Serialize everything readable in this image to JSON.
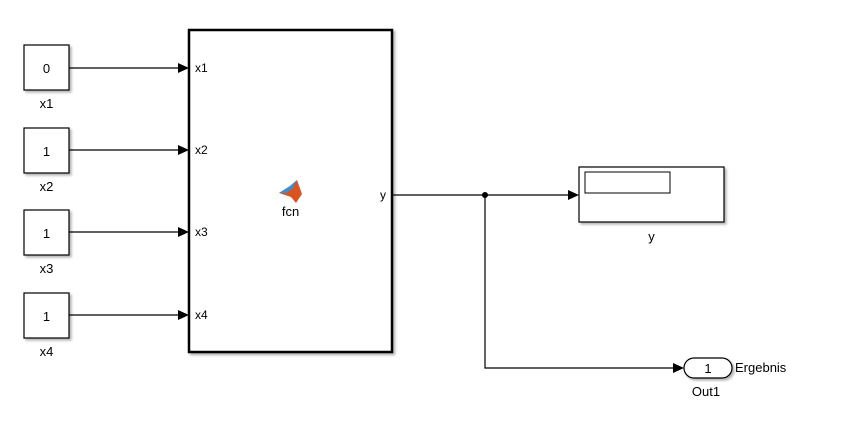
{
  "constants": [
    {
      "value": "0",
      "name": "x1"
    },
    {
      "value": "1",
      "name": "x2"
    },
    {
      "value": "1",
      "name": "x3"
    },
    {
      "value": "1",
      "name": "x4"
    }
  ],
  "function_block": {
    "name": "fcn",
    "icon": "matlab-logo-icon",
    "inputs": [
      "x1",
      "x2",
      "x3",
      "x4"
    ],
    "output": "y"
  },
  "display_block": {
    "name": "y",
    "value": ""
  },
  "outport": {
    "number": "1",
    "name": "Out1",
    "signal_label": "Ergebnis"
  },
  "colors": {
    "matlab_orange": "#d9541e",
    "matlab_blue": "#3b8fd1"
  }
}
